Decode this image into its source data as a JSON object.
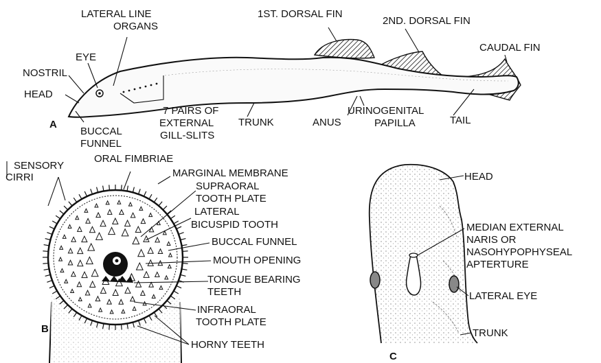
{
  "panels": {
    "a": {
      "letter": "A",
      "labels": {
        "lateral_line_1": "LATERAL LINE",
        "lateral_line_2": "ORGANS",
        "eye": "EYE",
        "nostril": "NOSTRIL",
        "head": "HEAD",
        "buccal_1": "BUCCAL",
        "buccal_2": "FUNNEL",
        "gill_1": "7 PAIRS OF",
        "gill_2": "EXTERNAL",
        "gill_3": "GILL-SLITS",
        "trunk": "TRUNK",
        "dorsal1": "1ST. DORSAL FIN",
        "dorsal2": "2ND. DORSAL FIN",
        "caudal": "CAUDAL FIN",
        "anus": "ANUS",
        "urino_1": "URINOGENITAL",
        "urino_2": "PAPILLA",
        "tail": "TAIL"
      }
    },
    "b": {
      "letter": "B",
      "labels": {
        "sensory_1": "SENSORY",
        "sensory_2": "CIRRI",
        "oral_fimbriae": "ORAL FIMBRIAE",
        "marginal": "MARGINAL MEMBRANE",
        "supra_1": "SUPRAORAL",
        "supra_2": "TOOTH PLATE",
        "lateral_1": "LATERAL",
        "lateral_2": "BICUSPID TOOTH",
        "buccal": "BUCCAL FUNNEL",
        "mouth": "MOUTH OPENING",
        "tongue_1": "TONGUE BEARING",
        "tongue_2": "TEETH",
        "infra_1": "INFRAORAL",
        "infra_2": "TOOTH PLATE",
        "horny": "HORNY TEETH"
      }
    },
    "c": {
      "letter": "C",
      "labels": {
        "head": "HEAD",
        "median_1": "MEDIAN EXTERNAL",
        "median_2": "NARIS OR",
        "median_3": "NASOHYPOPHYSEAL",
        "median_4": "APTERTURE",
        "lateral_eye": "LATERAL EYE",
        "trunk": "TRUNK"
      }
    }
  }
}
